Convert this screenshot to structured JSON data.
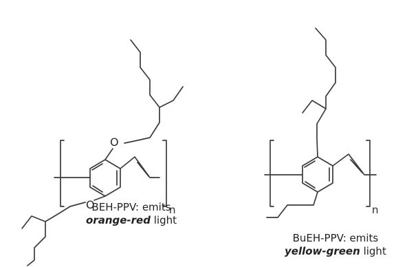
{
  "molecules": [
    {
      "name": "BEH-PPV",
      "atom_labels": {
        "o_top": "O",
        "o_bottom": "O",
        "subscript": "n"
      },
      "caption": {
        "line1": "BEH-PPV: emits",
        "color_word": "orange-red",
        "suffix": "light"
      }
    },
    {
      "name": "BuEH-PPV",
      "atom_labels": {
        "subscript": "n"
      },
      "caption": {
        "line1": "BuEH-PPV: emits",
        "color_word": "yellow-green",
        "suffix": "light"
      }
    }
  ]
}
